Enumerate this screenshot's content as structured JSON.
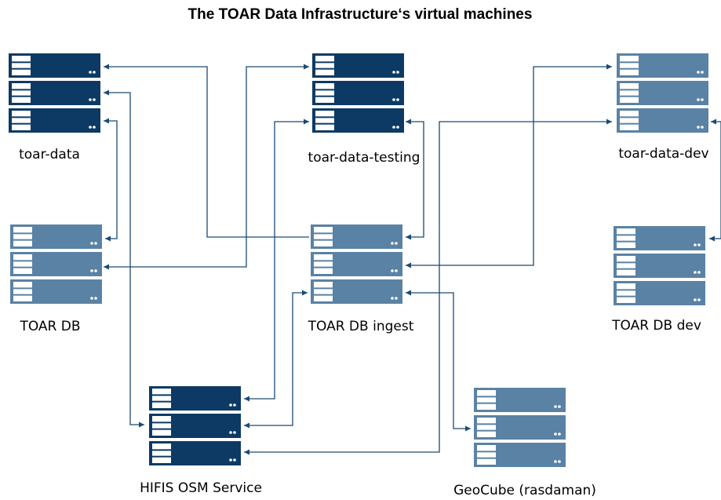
{
  "title": "The TOAR Data Infrastructure‘s virtual machines",
  "colors": {
    "production": "#0d3a64",
    "database": "#5a82a4",
    "connector": "#1b4a72"
  },
  "servers": [
    {
      "id": "toar-data",
      "label": "toar-data",
      "variant": "production"
    },
    {
      "id": "toar-data-testing",
      "label": "toar-data-testing",
      "variant": "production"
    },
    {
      "id": "toar-data-dev",
      "label": "toar-data-dev",
      "variant": "database"
    },
    {
      "id": "toar-db",
      "label": "TOAR DB",
      "variant": "database"
    },
    {
      "id": "toar-db-ingest",
      "label": "TOAR DB ingest",
      "variant": "database"
    },
    {
      "id": "toar-db-dev",
      "label": "TOAR DB dev",
      "variant": "database"
    },
    {
      "id": "hifis-osm-service",
      "label": "HIFIS OSM Service",
      "variant": "production"
    },
    {
      "id": "geocube",
      "label": "GeoCube (rasdaman)",
      "variant": "database"
    }
  ],
  "connections": [
    {
      "from": "toar-db-ingest",
      "to": "toar-data"
    },
    {
      "from": "toar-db",
      "to": "toar-data-testing"
    },
    {
      "from": "toar-db-ingest",
      "to": "toar-data-dev"
    },
    {
      "from": "hifis-osm-service",
      "to": "toar-data"
    },
    {
      "from": "toar-data",
      "to": "toar-db"
    },
    {
      "from": "hifis-osm-service",
      "to": "toar-data-testing"
    },
    {
      "from": "toar-data-testing",
      "to": "toar-db-ingest"
    },
    {
      "from": "toar-db-ingest",
      "to": "hifis-osm-service"
    },
    {
      "from": "toar-db-ingest",
      "to": "geocube"
    },
    {
      "from": "hifis-osm-service",
      "to": "toar-data-dev"
    },
    {
      "from": "toar-data-dev",
      "to": "toar-db-dev"
    }
  ]
}
